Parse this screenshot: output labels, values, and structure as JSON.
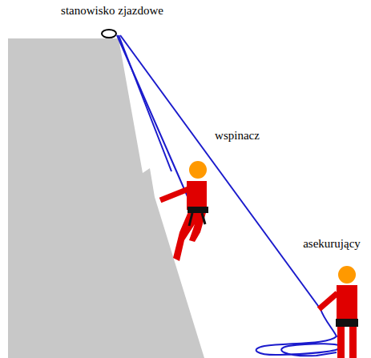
{
  "diagram": {
    "labels": [
      "stanowisko zjazdowe",
      "wspinacz",
      "asekurujący"
    ]
  }
}
